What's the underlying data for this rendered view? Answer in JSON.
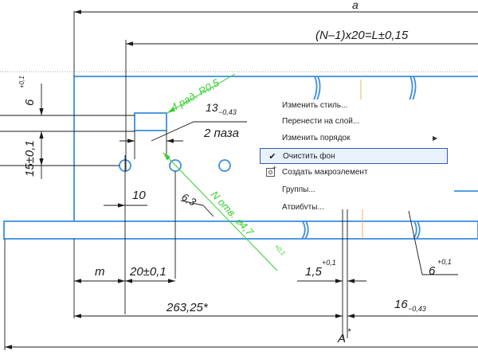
{
  "drawing": {
    "dim_a": "a",
    "dim_pitch": "(N–1)x20=L±0,15",
    "dim_radius": "4 рад. R0,5",
    "dim_slot_width": "13",
    "dim_slot_width_tol": "−0,43",
    "dim_slots_count": "2 паза",
    "dim_6_left": "6",
    "dim_6_left_tol": "+0,1",
    "dim_15": "15±0,1",
    "dim_10": "10",
    "dim_6_3": "6,3",
    "dim_holes": "N отв. ⌀4,7",
    "dim_holes_tol": "+0,1",
    "dim_m": "m",
    "dim_20": "20±0,1",
    "dim_1_5": "1,5",
    "dim_1_5_tol": "+0,1",
    "dim_6_right": "6",
    "dim_6_right_tol": "+0,1",
    "dim_263": "263,25*",
    "dim_16": "16",
    "dim_16_tol": "−0,43",
    "dim_A": "A",
    "dim_A_star": "*"
  },
  "context_menu": {
    "items": [
      {
        "label": "Изменить стиль..."
      },
      {
        "label": "Перенести на слой..."
      },
      {
        "label": "Изменить порядок",
        "submenu": true
      },
      {
        "label": "Очистить фон",
        "checked": true,
        "highlighted": true
      },
      {
        "label": "Создать макроэлемент",
        "icon": "macro-element-icon"
      },
      {
        "label": "Группы..."
      },
      {
        "label": "Атрибуты..."
      }
    ]
  },
  "colors": {
    "outline": "#3d8fe0",
    "dimension": "#1a1a1a",
    "leader_green": "#35d12f",
    "menu_highlight_border": "#2e5ea8",
    "menu_highlight_fill": "#e9f1fb",
    "text_orange": "#e8b070"
  }
}
